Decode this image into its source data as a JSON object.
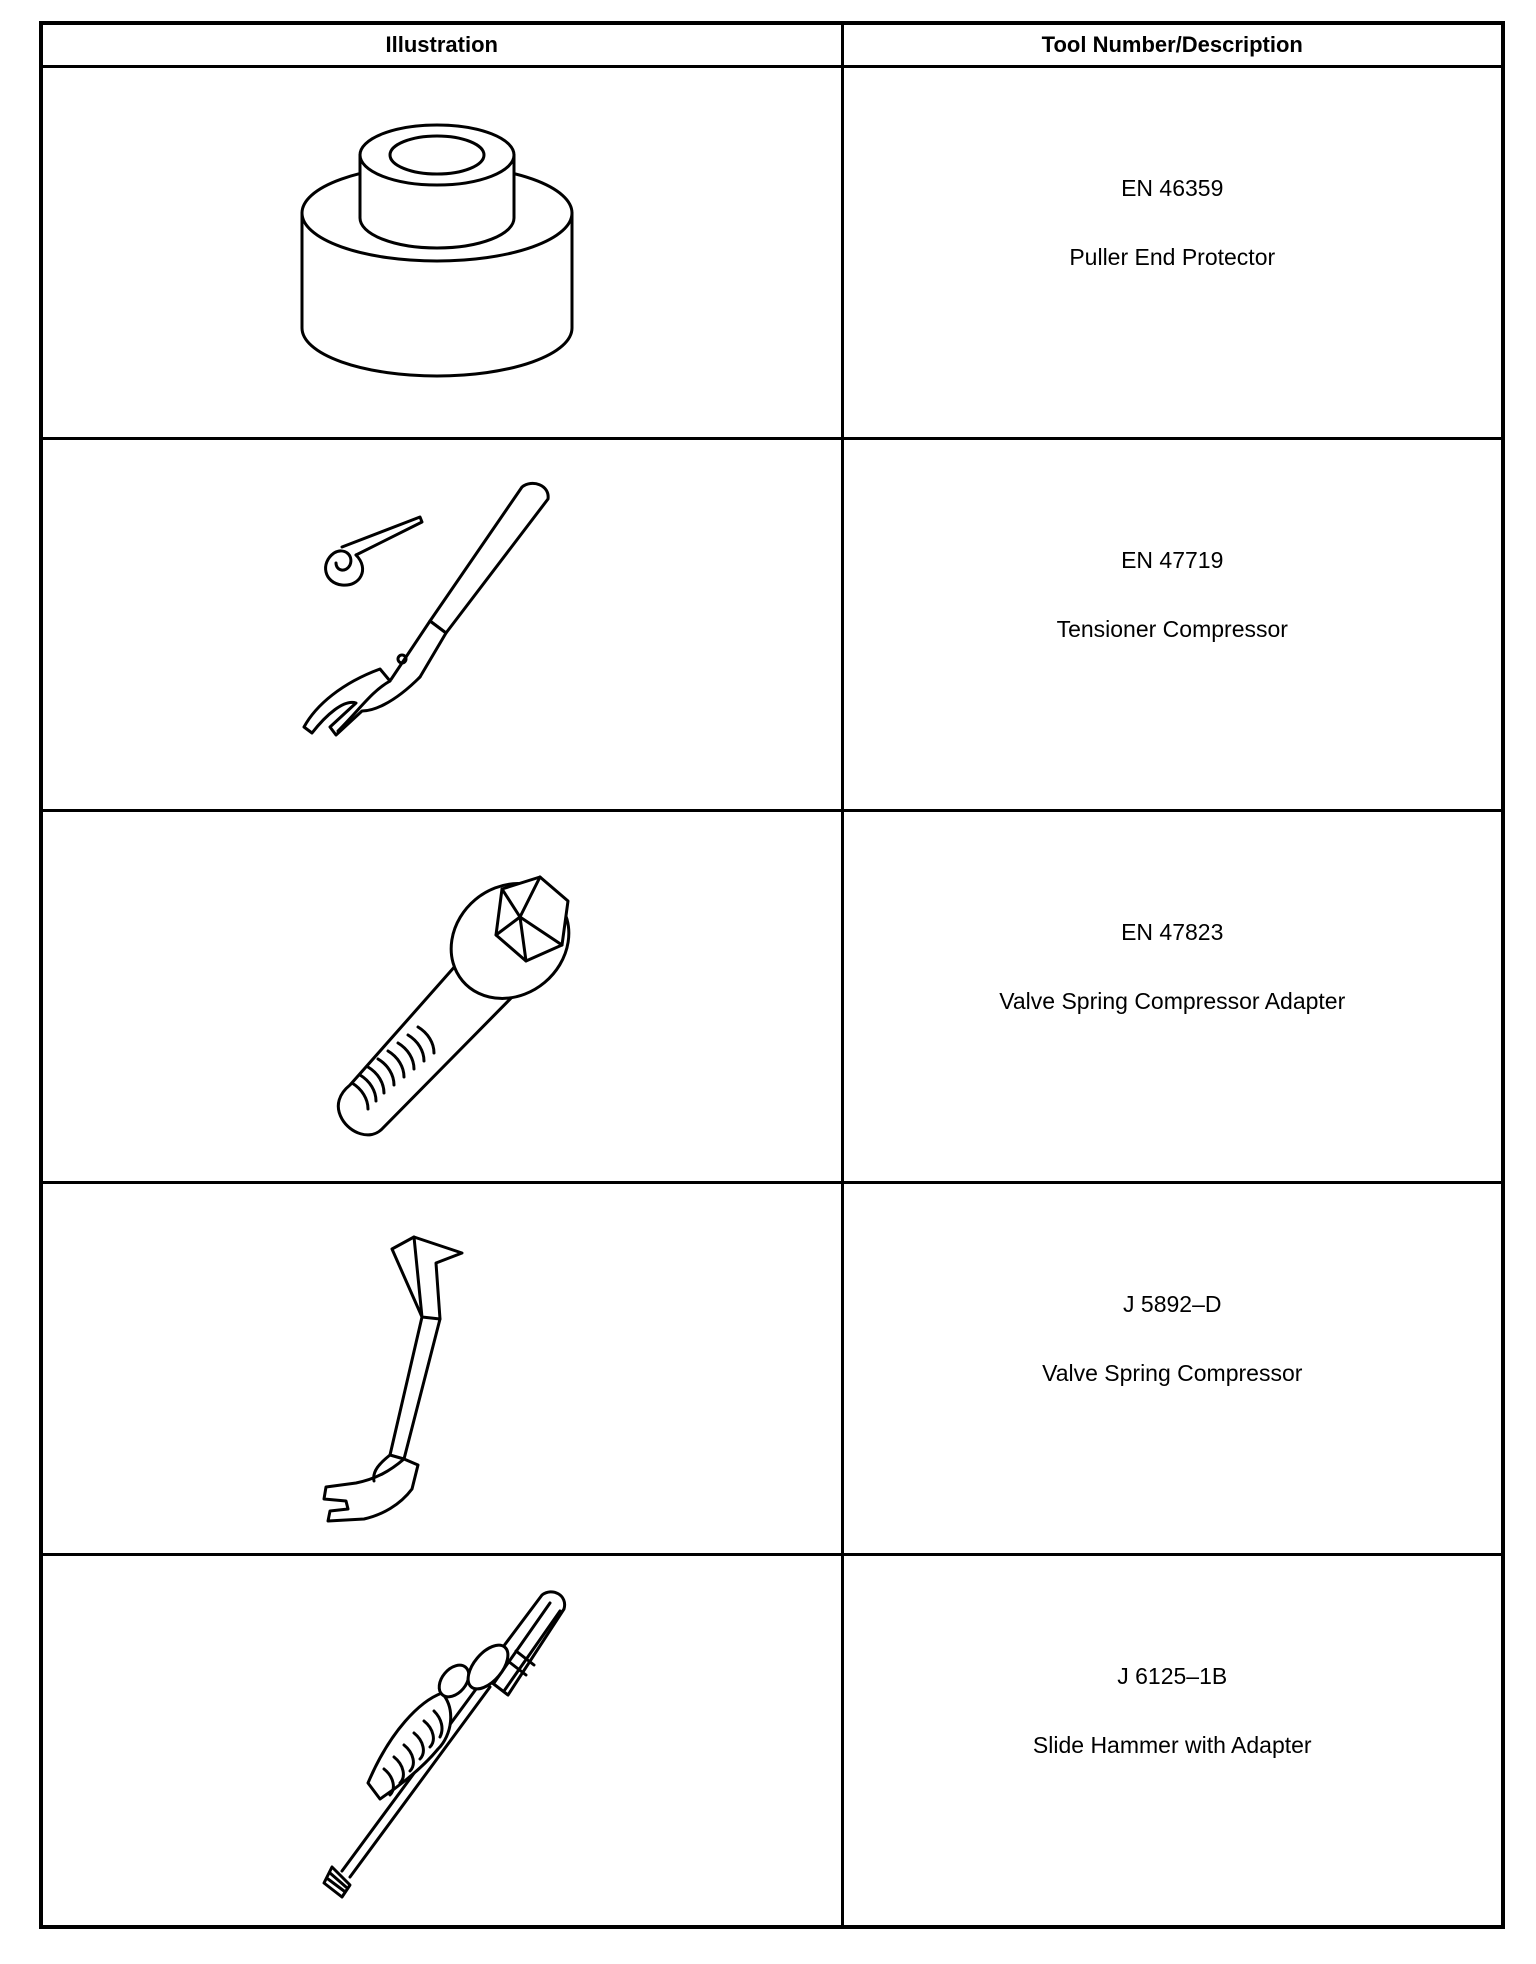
{
  "table": {
    "headers": {
      "illustration": "Illustration",
      "tool": "Tool Number/Description"
    },
    "rows": [
      {
        "number": "EN 46359",
        "description": "Puller End Protector",
        "icon": "puller-end-protector-icon"
      },
      {
        "number": "EN 47719",
        "description": "Tensioner Compressor",
        "icon": "tensioner-compressor-icon"
      },
      {
        "number": "EN 47823",
        "description": "Valve Spring Compressor Adapter",
        "icon": "valve-spring-compressor-adapter-icon"
      },
      {
        "number": "J 5892–D",
        "description": "Valve Spring Compressor",
        "icon": "valve-spring-compressor-icon"
      },
      {
        "number": "J 6125–1B",
        "description": "Slide Hammer with Adapter",
        "icon": "slide-hammer-icon"
      }
    ]
  }
}
